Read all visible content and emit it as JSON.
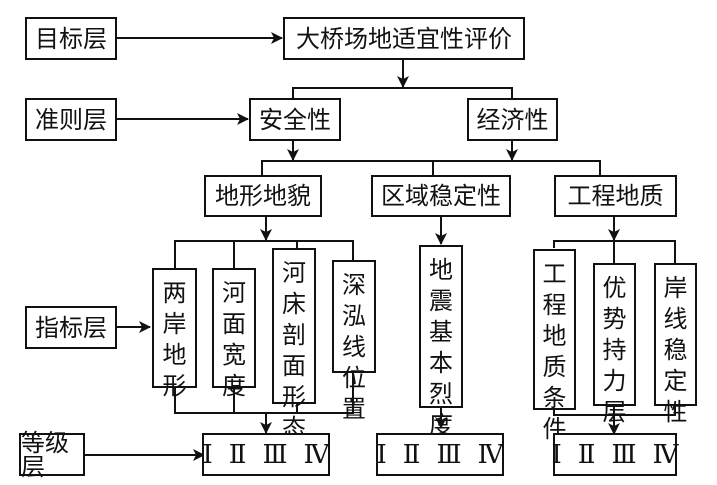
{
  "layers": {
    "goal": "目标层",
    "criteria": "准则层",
    "indicator": "指标层",
    "grade": "等级层"
  },
  "goal": "大桥场地适宜性评价",
  "criteria": [
    "安全性",
    "经济性"
  ],
  "factors": [
    {
      "label": "地形地貌",
      "indicators": [
        "两岸地形",
        "河面宽度",
        "河床剖面形态",
        "深泓线位置"
      ]
    },
    {
      "label": "区域稳定性",
      "indicators": [
        "地震基本烈度"
      ]
    },
    {
      "label": "工程地质",
      "indicators": [
        "工程地质条件",
        "优势持力层",
        "岸线稳定性"
      ]
    }
  ],
  "grades": [
    "Ⅰ",
    "Ⅱ",
    "Ⅲ",
    "Ⅳ"
  ]
}
